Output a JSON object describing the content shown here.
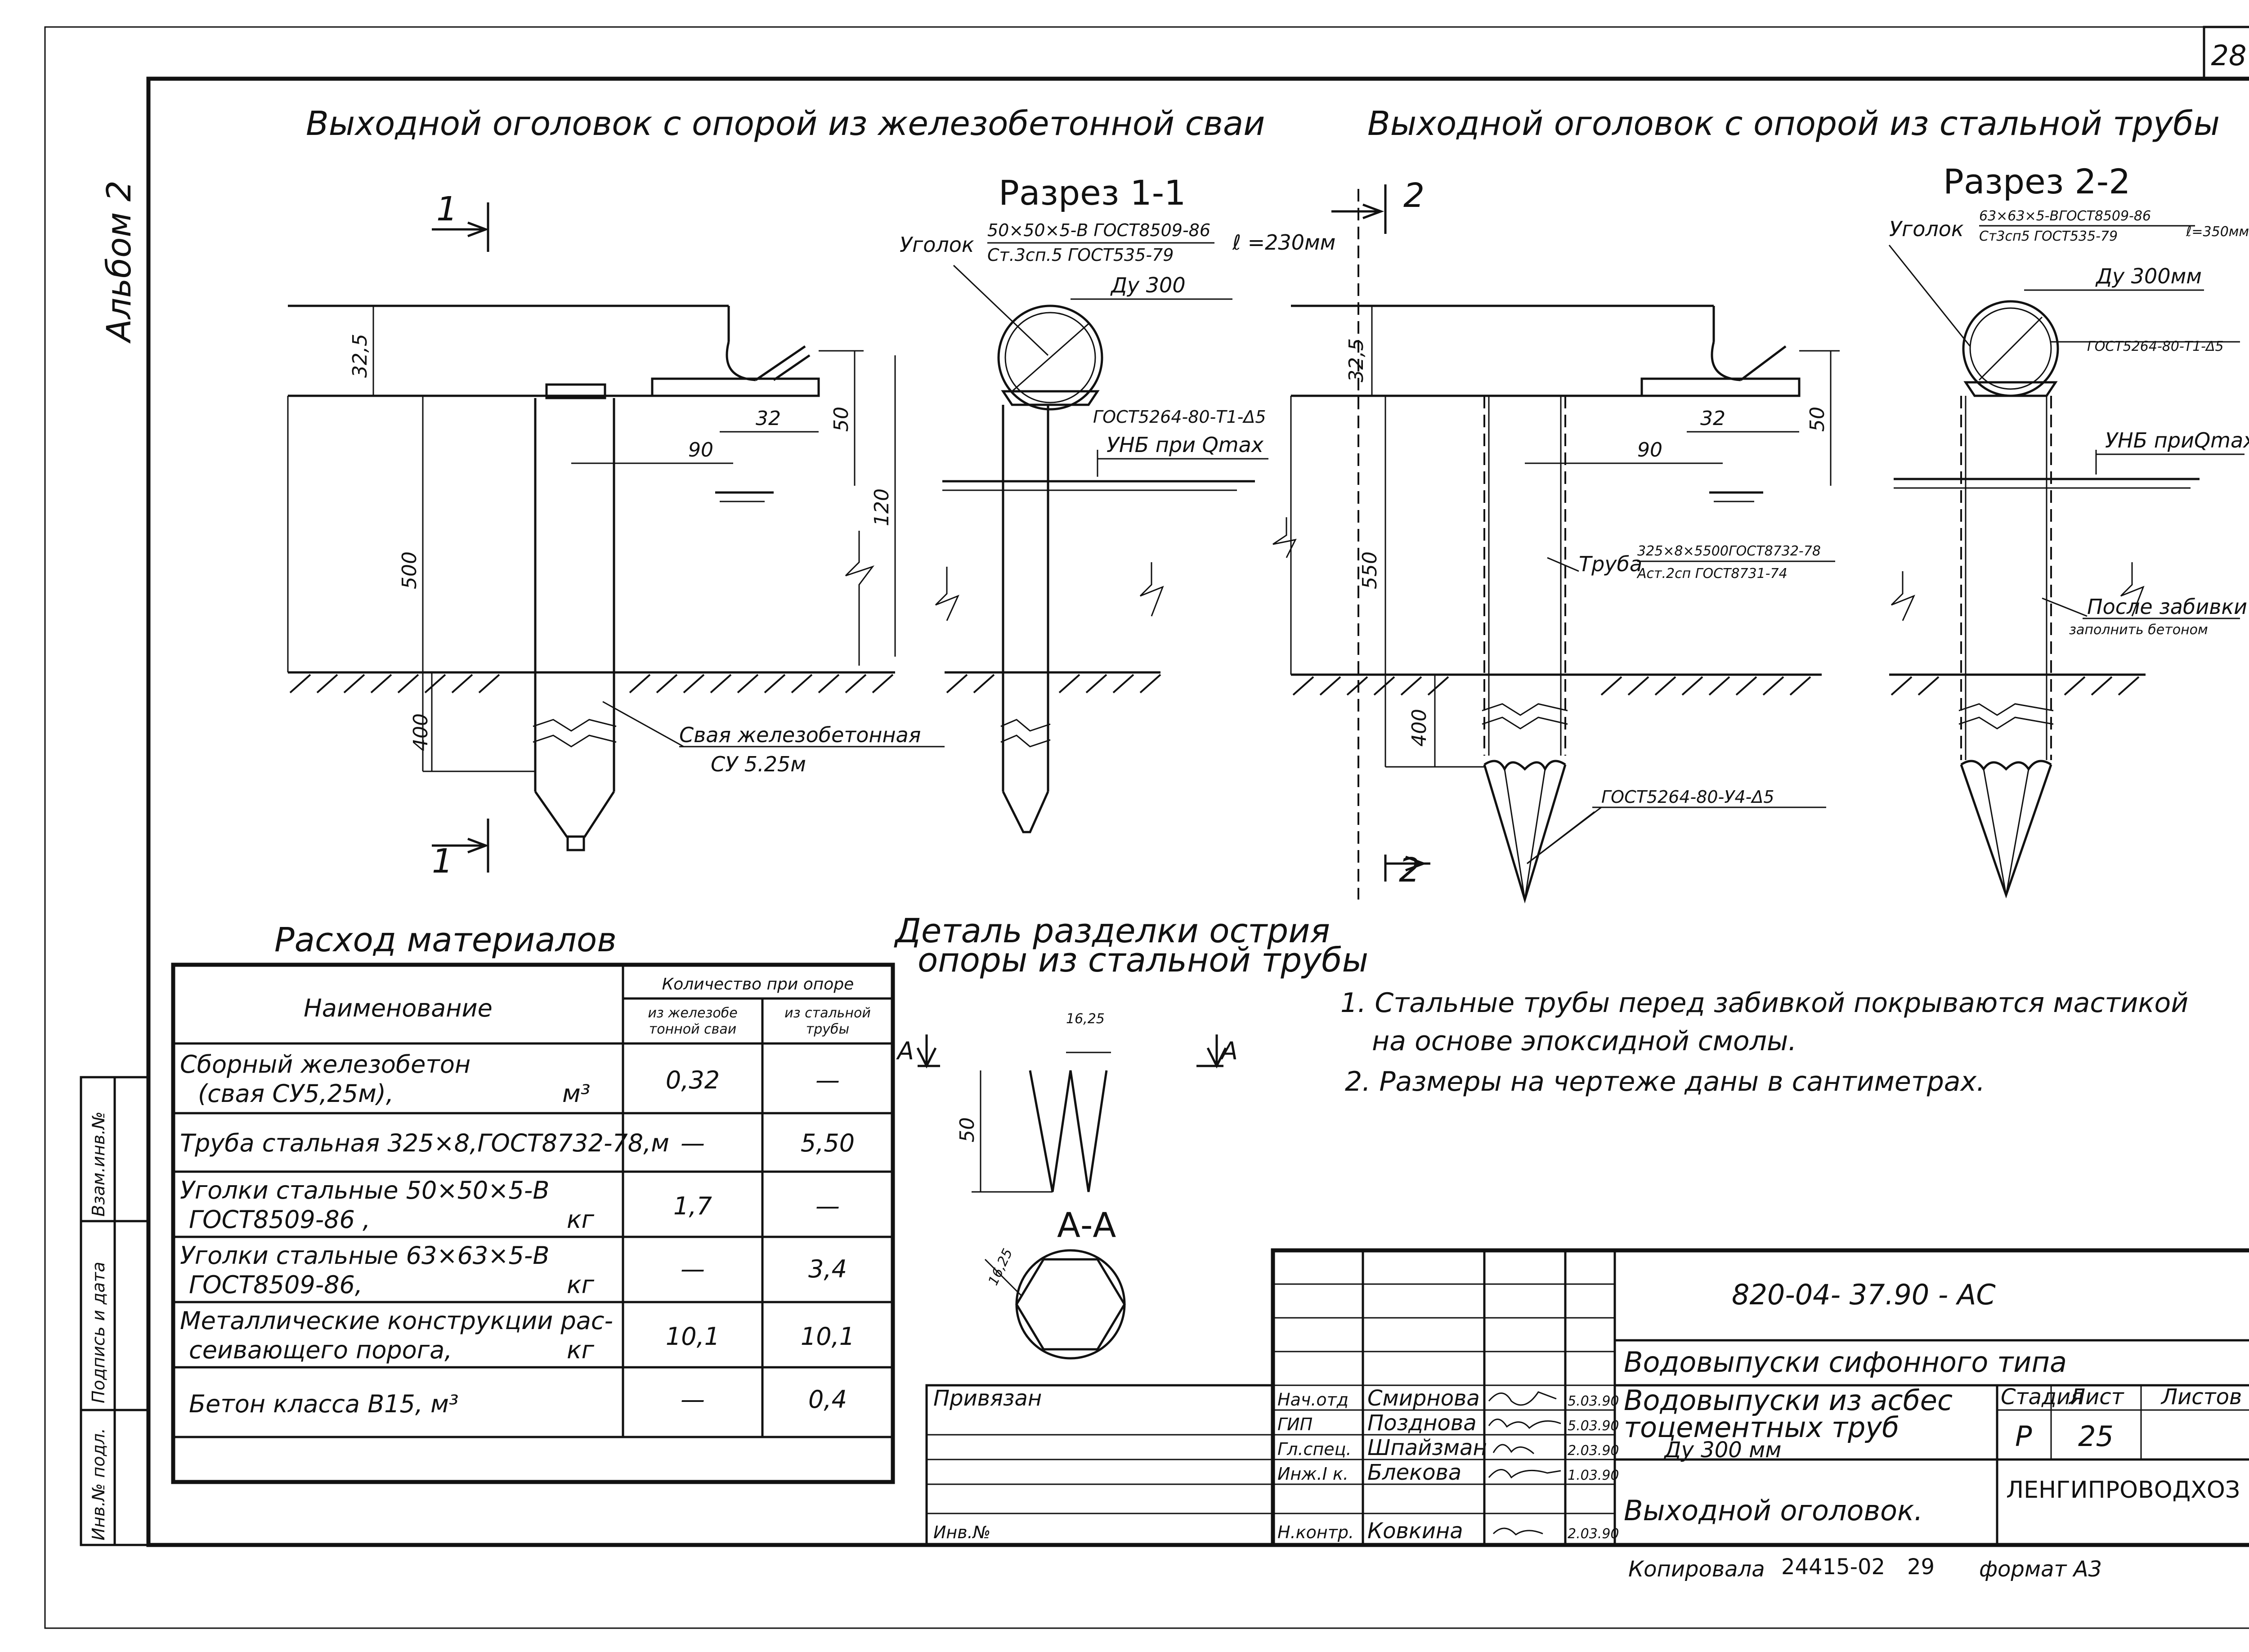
{
  "sheet": {
    "number": "28",
    "album": "Альбом 2",
    "side_stamp": {
      "inv_no": "Инв.№ подл.",
      "sign_date": "Подпись и дата",
      "vzam_inv": "Взам.инв.№"
    }
  },
  "left_view": {
    "title": "Выходной оголовок с опорой из железобетонной сваи",
    "section_mark": "1",
    "dims": {
      "d325": "32,5",
      "d32": "32",
      "d90": "90",
      "d50": "50",
      "d120": "120",
      "d500": "500",
      "d400": "400"
    },
    "pile_label": "Свая железобетонная",
    "pile_mark": "СУ 5.25м"
  },
  "section_1": {
    "title": "Разрез 1-1",
    "angle_prefix": "Уголок",
    "angle_num": "50×50×5-В ГОСТ8509-86",
    "angle_den": "Ст.3сп.5 ГОСТ535-79",
    "angle_len": "ℓ =230мм",
    "pipe_label": "Ду 300",
    "weld_label": "ГОСТ5264-80-Т1-Δ5",
    "unb_label": "УНБ при Qmax"
  },
  "right_view": {
    "title": "Выходной оголовок с опорой из стальной трубы",
    "section_mark": "2",
    "dims": {
      "d325": "32,5",
      "d32": "32",
      "d90": "90",
      "d50": "50",
      "d550": "550",
      "d400": "400"
    },
    "pipe_prefix": "Труба",
    "pipe_num": "325×8×5500ГОСТ8732-78",
    "pipe_den": "Аст.2сп ГОСТ8731-74",
    "tip_weld": "ГОСТ5264-80-У4-Δ5"
  },
  "section_2": {
    "title": "Разрез 2-2",
    "angle_prefix": "Уголок",
    "angle_num": "63×63×5-ВГОСТ8509-86",
    "angle_den": "Ст3сп5 ГОСТ535-79",
    "angle_len": "ℓ=350мм",
    "pipe_label": "Ду 300мм",
    "weld_label": "ГОСТ5264-80-Т1-Δ5",
    "unb_label": "УНБ приQmax",
    "fill_line1": "После забивки",
    "fill_line2": "заполнить бетоном"
  },
  "materials": {
    "title": "Расход материалов",
    "col_name": "Наименование",
    "col_qty": "Количество при опоре",
    "col_rc_1": "из железобе",
    "col_rc_2": "тонной сваи",
    "col_st_1": "из стальной",
    "col_st_2": "трубы",
    "rows": [
      {
        "l1": "Сборный железобетон",
        "l2": "(свая СУ5,25м),",
        "unit": "м³",
        "rc": "0,32",
        "st": "—"
      },
      {
        "l1": "Труба стальная 325×8,ГОСТ8732-78,м",
        "l2": "",
        "unit": "",
        "rc": "—",
        "st": "5,50"
      },
      {
        "l1": "Уголки стальные 50×50×5-В",
        "l2": "ГОСТ8509-86 ,",
        "unit": "кг",
        "rc": "1,7",
        "st": "—"
      },
      {
        "l1": "Уголки стальные 63×63×5-В",
        "l2": "ГОСТ8509-86,",
        "unit": "кг",
        "rc": "—",
        "st": "3,4"
      },
      {
        "l1": "Металлические конструкции рас-",
        "l2": "сеивающего порога,",
        "unit": "кг",
        "rc": "10,1",
        "st": "10,1"
      },
      {
        "l1": "Бетон класса В15, м³",
        "l2": "",
        "unit": "",
        "rc": "—",
        "st": "0,4"
      }
    ]
  },
  "detail": {
    "title_1": "Деталь разделки острия",
    "title_2": "опоры из стальной трубы",
    "mark": "А",
    "section": "А-А",
    "dim_top": "16,25",
    "dim_50": "50",
    "dim_hex": "16,25"
  },
  "notes": [
    "1. Стальные трубы перед забивкой покрываются мастикой",
    "на основе эпоксидной смолы.",
    "2. Размеры на чертеже даны в сантиметрах."
  ],
  "stamp": {
    "code": "820-04- 37.90 - АС",
    "title": "Водовыпуски сифонного типа",
    "subtitle_1": "Водовыпуски из асбес",
    "subtitle_2": "тоцементных труб",
    "subtitle_3": "Ду 300 мм",
    "sheet_name": "Выходной оголовок.",
    "stage_h": "Стадия",
    "sheet_h": "Лист",
    "sheets_h": "Листов",
    "stage": "Р",
    "sheet_no": "25",
    "org": "ЛЕНГИПРОВОДХОЗ",
    "bound": "Привязан",
    "inv": "Инв.№",
    "roles": [
      {
        "role": "Нач.отд",
        "name": "Смирнова",
        "date": "5.03.90"
      },
      {
        "role": "ГИП",
        "name": "Позднова",
        "date": "5.03.90"
      },
      {
        "role": "Гл.спец.",
        "name": "Шпайзман",
        "date": "2.03.90"
      },
      {
        "role": "Инж.I к.",
        "name": "Блекова",
        "date": "1.03.90"
      },
      {
        "role": "Н.контр.",
        "name": "Ковкина",
        "date": "2.03.90"
      }
    ],
    "copied": "Копировала",
    "copy_no": "24415-02",
    "copy_sheet": "29",
    "format": "формат А3"
  }
}
